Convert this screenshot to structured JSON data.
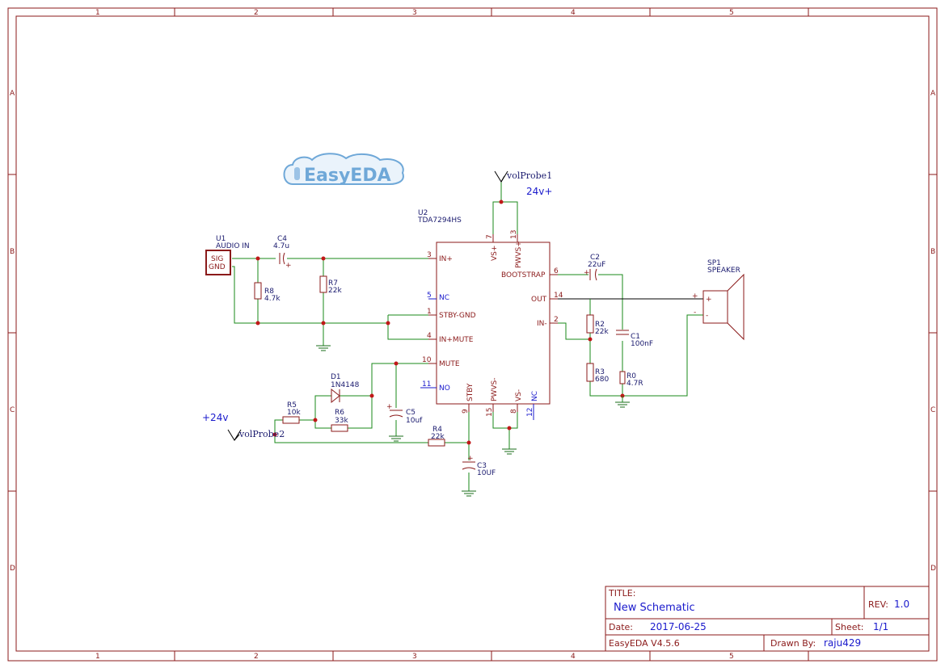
{
  "frame": {
    "columns": [
      "1",
      "2",
      "3",
      "4",
      "5"
    ],
    "rows": [
      "A",
      "B",
      "C",
      "D"
    ]
  },
  "logo": {
    "text": "EasyEDA"
  },
  "nets": {
    "v24_top": "24v+",
    "v24_left": "+24v",
    "probe1": "volProbe1",
    "probe2": "volProbe2"
  },
  "components": {
    "u1": {
      "ref": "U1",
      "value": "AUDIO IN",
      "pin_sig": "SIG",
      "pin_gnd": "GND"
    },
    "c4": {
      "ref": "C4",
      "value": "4.7u"
    },
    "r8": {
      "ref": "R8",
      "value": "4.7k"
    },
    "r7": {
      "ref": "R7",
      "value": "22k"
    },
    "u2": {
      "ref": "U2",
      "value": "TDA7294HS",
      "pins": {
        "in_plus": "IN+",
        "nc5": "NC",
        "stby_gnd": "STBY-GND",
        "in_mute": "IN+MUTE",
        "mute": "MUTE",
        "no": "NO",
        "stby": "STBY",
        "pwvs_minus": "PWVS-",
        "vs_minus": "VS-",
        "nc12": "NC",
        "vs_plus": "VS+",
        "pwvs_plus": "PWVS+",
        "bootstrap": "BOOTSTRAP",
        "out": "OUT",
        "in_minus": "IN-"
      },
      "pin_numbers": {
        "p3": "3",
        "p5": "5",
        "p1": "1",
        "p4": "4",
        "p10": "10",
        "p11": "11",
        "p9": "9",
        "p15": "15",
        "p8": "8",
        "p12": "12",
        "p7": "7",
        "p13": "13",
        "p6": "6",
        "p14": "14",
        "p2": "2"
      }
    },
    "d1": {
      "ref": "D1",
      "value": "1N4148"
    },
    "r5": {
      "ref": "R5",
      "value": "10k"
    },
    "r6": {
      "ref": "R6",
      "value": "33k"
    },
    "c5": {
      "ref": "C5",
      "value": "10uf"
    },
    "r4": {
      "ref": "R4",
      "value": "22k"
    },
    "c3": {
      "ref": "C3",
      "value": "10UF"
    },
    "c2": {
      "ref": "C2",
      "value": "22uF"
    },
    "r2": {
      "ref": "R2",
      "value": "22k"
    },
    "r3": {
      "ref": "R3",
      "value": "680"
    },
    "c1": {
      "ref": "C1",
      "value": "100nF"
    },
    "r0": {
      "ref": "R0",
      "value": "4.7R"
    },
    "sp1": {
      "ref": "SP1",
      "value": "SPEAKER",
      "pin_plus": "+",
      "pin_minus": "-"
    }
  },
  "title_block": {
    "title_label": "TITLE:",
    "title": "New Schematic",
    "rev_label": "REV:",
    "rev": "1.0",
    "date_label": "Date:",
    "date": "2017-06-25",
    "sheet_label": "Sheet:",
    "sheet": "1/1",
    "software": "EasyEDA V4.5.6",
    "drawn_label": "Drawn By:",
    "drawn_by": "raju429"
  }
}
